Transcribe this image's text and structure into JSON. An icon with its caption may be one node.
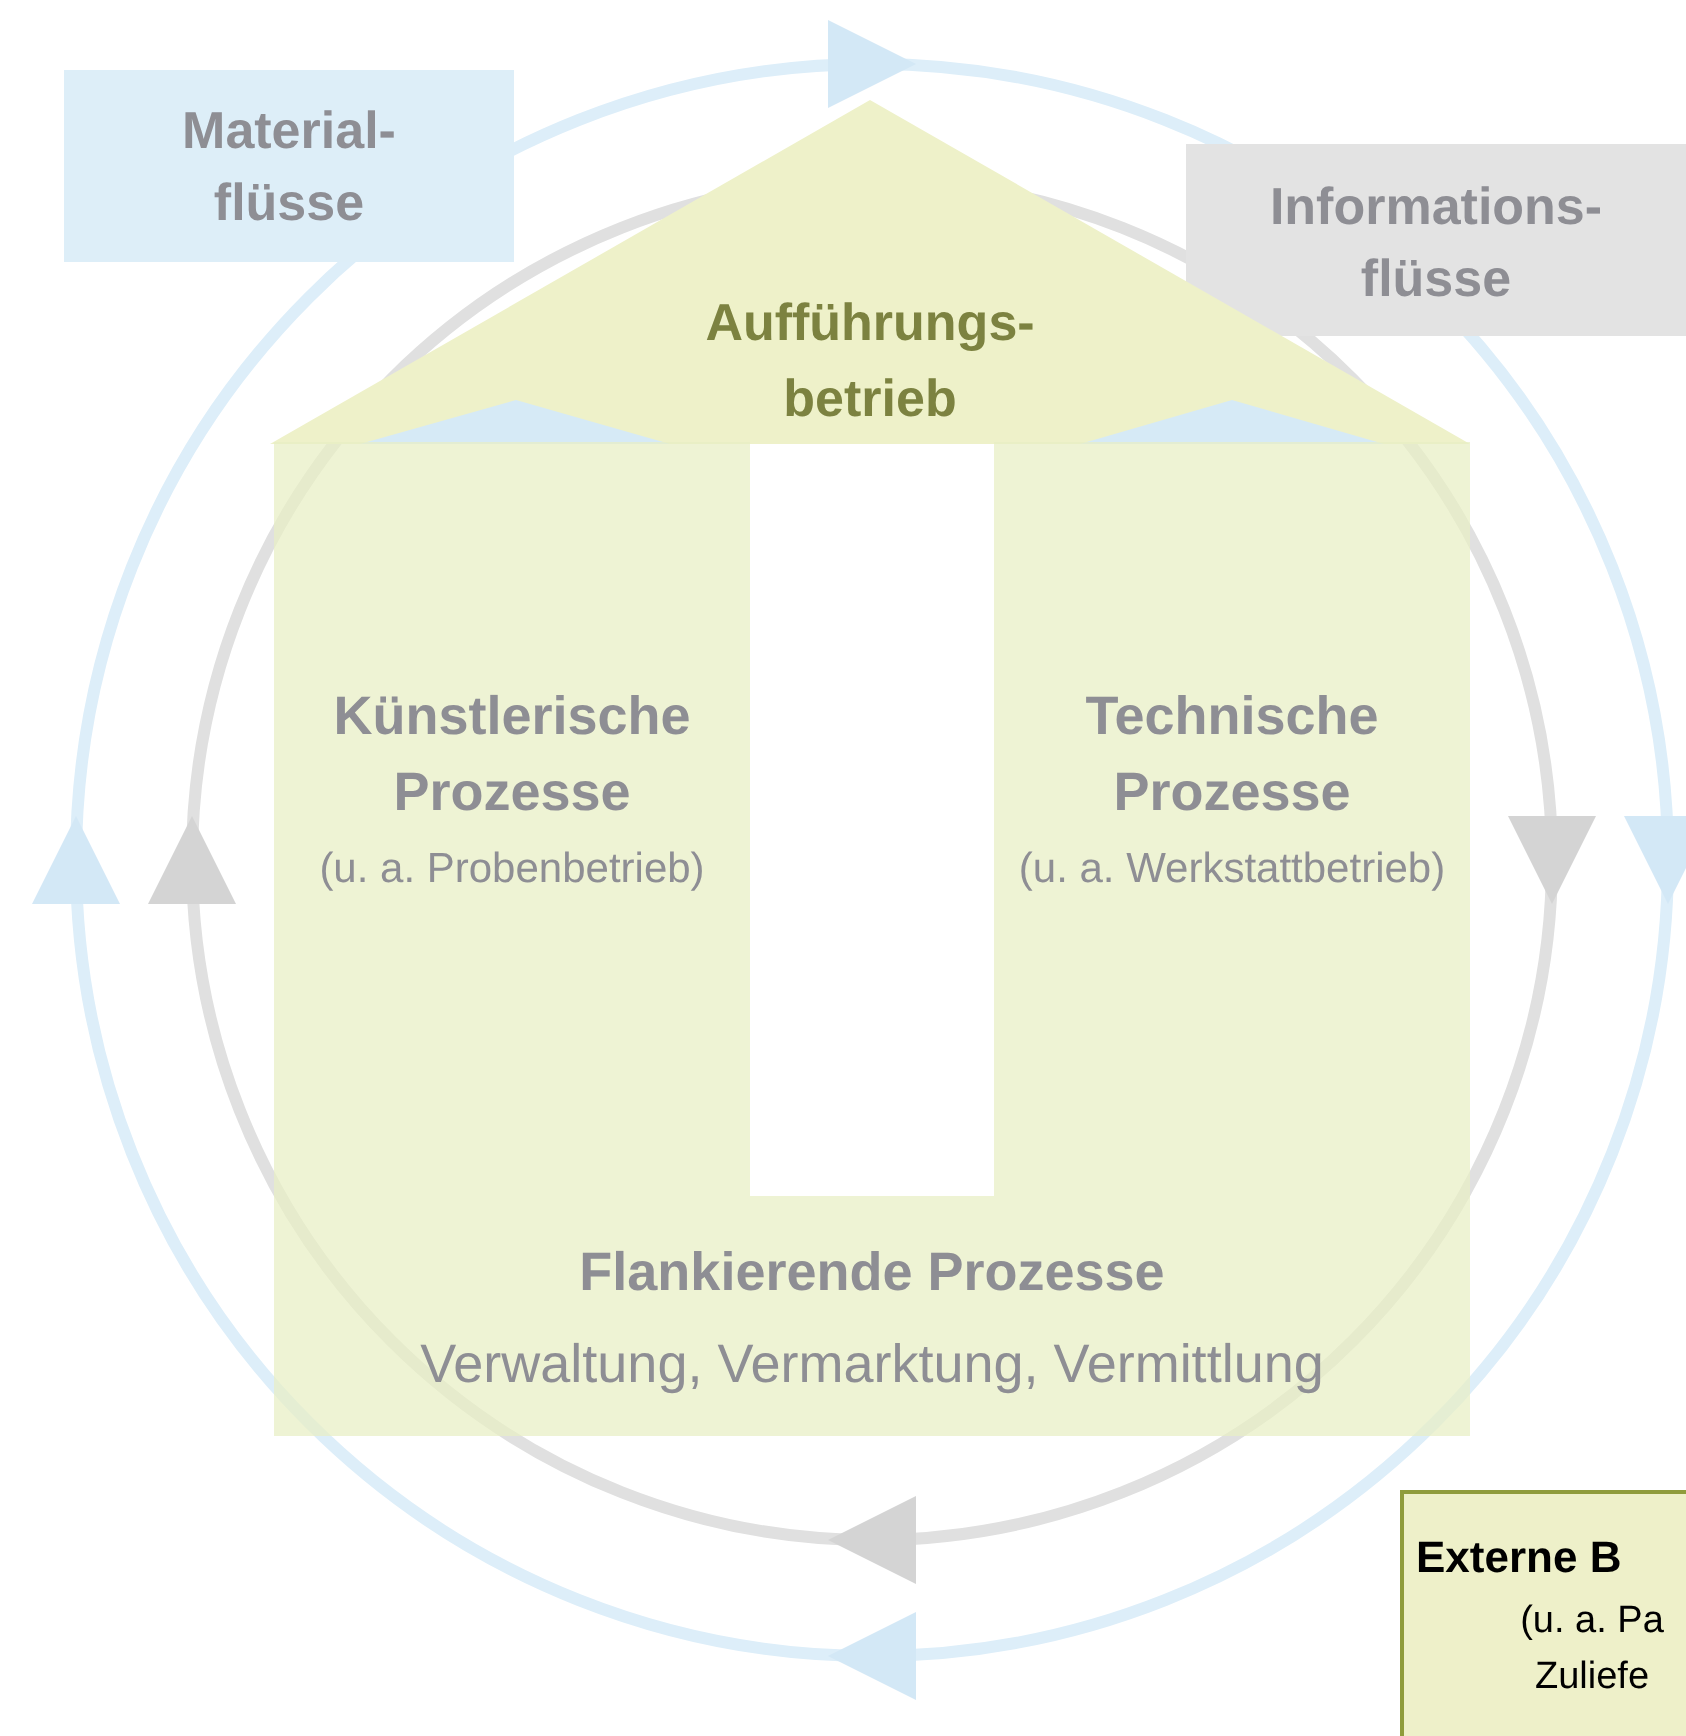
{
  "diagram": {
    "nodes": [
      {
        "text": [
          "Material- flüsse"
        ]
      },
      {
        "text": [
          "Informations- flüsse"
        ]
      },
      {
        "text": [
          "Aufführungs- betrieb"
        ]
      },
      {
        "text": [
          "Künstlerische Prozesse",
          "(u. a. Probenbetrieb)"
        ]
      },
      {
        "text": [
          "Technische Prozesse",
          "(u. a. Werkstattbetrieb)"
        ]
      },
      {
        "text": [
          "Flankierende Prozesse",
          "Verwaltung, Vermarktung, Vermittlung"
        ]
      },
      {
        "text": [
          "Externe B",
          "(u. a. Pa Zuliefe"
        ]
      }
    ]
  }
}
